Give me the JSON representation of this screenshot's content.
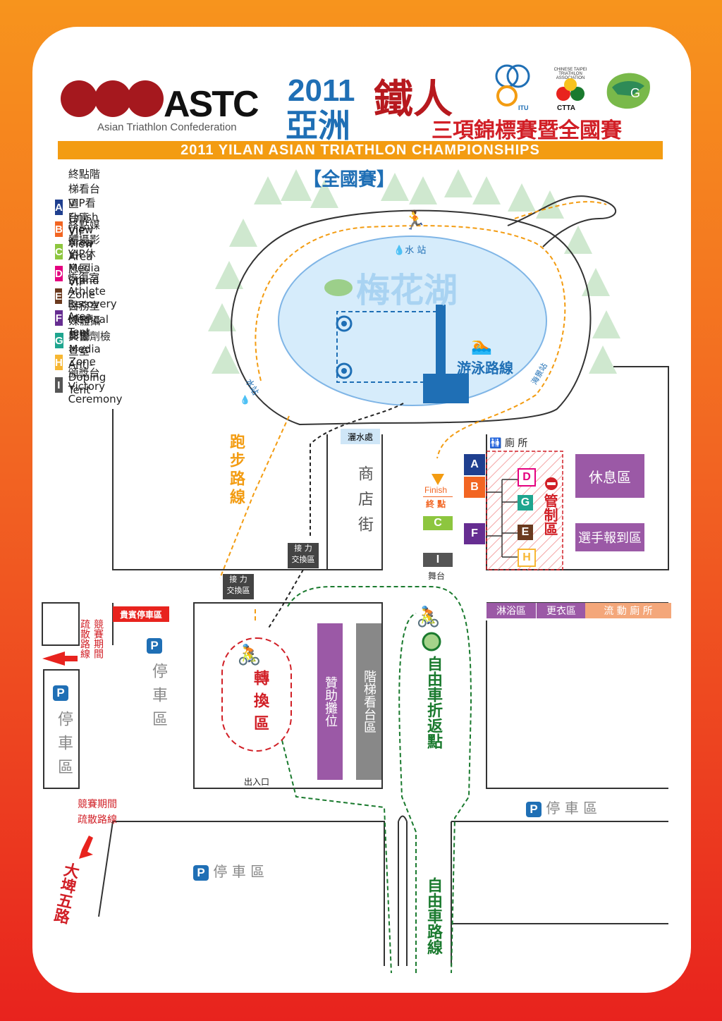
{
  "header": {
    "astc_logo": "ASTC",
    "astc_sub": "Asian Triathlon Confederation",
    "year": "2011",
    "asia": "亞洲",
    "iron": "鐵人",
    "championship_cn": "三項錦標賽暨全國賽",
    "itu": "ITU",
    "ctta": "CTTA",
    "ctta_arc": "CHINESE TAIPEI TRIATHLON ASSOCIATION",
    "banner": "2011 YILAN ASIAN TRIATHLON CHAMPIONSHIPS",
    "subtitle": "【全國賽】",
    "colors": {
      "banner": "#f39c12",
      "blue": "#1f6fb5",
      "red": "#b7191e",
      "swim": "#1f6fb5",
      "run": "#f39c12",
      "bike": "#1a7a2e"
    }
  },
  "legend": [
    {
      "key": "A",
      "label": "終點階梯看台區  Finish View Area",
      "color": "#1f3f8f"
    },
    {
      "key": "B",
      "label": "VIP看台區  VIP View Area",
      "color": "#f26522"
    },
    {
      "key": "C",
      "label": "終點媒體攝影台  Media Stand",
      "color": "#8dc63f"
    },
    {
      "key": "D",
      "label": "VIP休息區  VIP Zone",
      "color": "#e4007f"
    },
    {
      "key": "E",
      "label": "恢復室  Athlete Recovery Area",
      "color": "#6b3a1f"
    },
    {
      "key": "F",
      "label": "醫務室  Medical Tent",
      "color": "#662d91"
    },
    {
      "key": "G",
      "label": "媒體攝影棚  Media Zone",
      "color": "#1fa58f"
    },
    {
      "key": "H",
      "label": "興奮劑檢查室  Anti-Doping Tent",
      "color": "#f7b733"
    },
    {
      "key": "I",
      "label": "頒獎台  Victory Ceremony",
      "color": "#555555"
    }
  ],
  "map": {
    "lake": "梅花湖",
    "water_station": "水 站",
    "water_station2": "水站",
    "water_station3": "海景站",
    "swim_route": "游泳路線",
    "run_route": "跑步路線",
    "bike_route": "自由車路線",
    "bike_turn": "自由車折返點",
    "transition": "轉換區",
    "relay1": "接 力",
    "relay1b": "交換區",
    "relay2": "接 力",
    "relay2b": "交換區",
    "spray": "灑水處",
    "shop_street": "商店街",
    "finish": "Finish",
    "finish_cn": "終 點",
    "stage": "舞台",
    "toilet": "廁 所",
    "control": "管制區",
    "rest": "休息區",
    "checkin": "選手報到區",
    "shower": "淋浴區",
    "changing": "更衣區",
    "mobile_toilet": "流 動 廁 所",
    "vip_parking": "貴賓停車區",
    "parking": "停車區",
    "parking_spaced": "停 車 區",
    "p": "P",
    "sponsor": "贊助攤位",
    "stairs": "階梯看台區",
    "entrance": "出入口",
    "evac_a": "競賽期間",
    "evac_b": "疏散路線",
    "evac_v1": "競賽期間",
    "evac_v2": "疏散路線",
    "road": "大埤五路",
    "zones": {
      "A": "A",
      "B": "B",
      "C": "C",
      "D": "D",
      "E": "E",
      "F": "F",
      "G": "G",
      "H": "H",
      "I": "I"
    }
  }
}
